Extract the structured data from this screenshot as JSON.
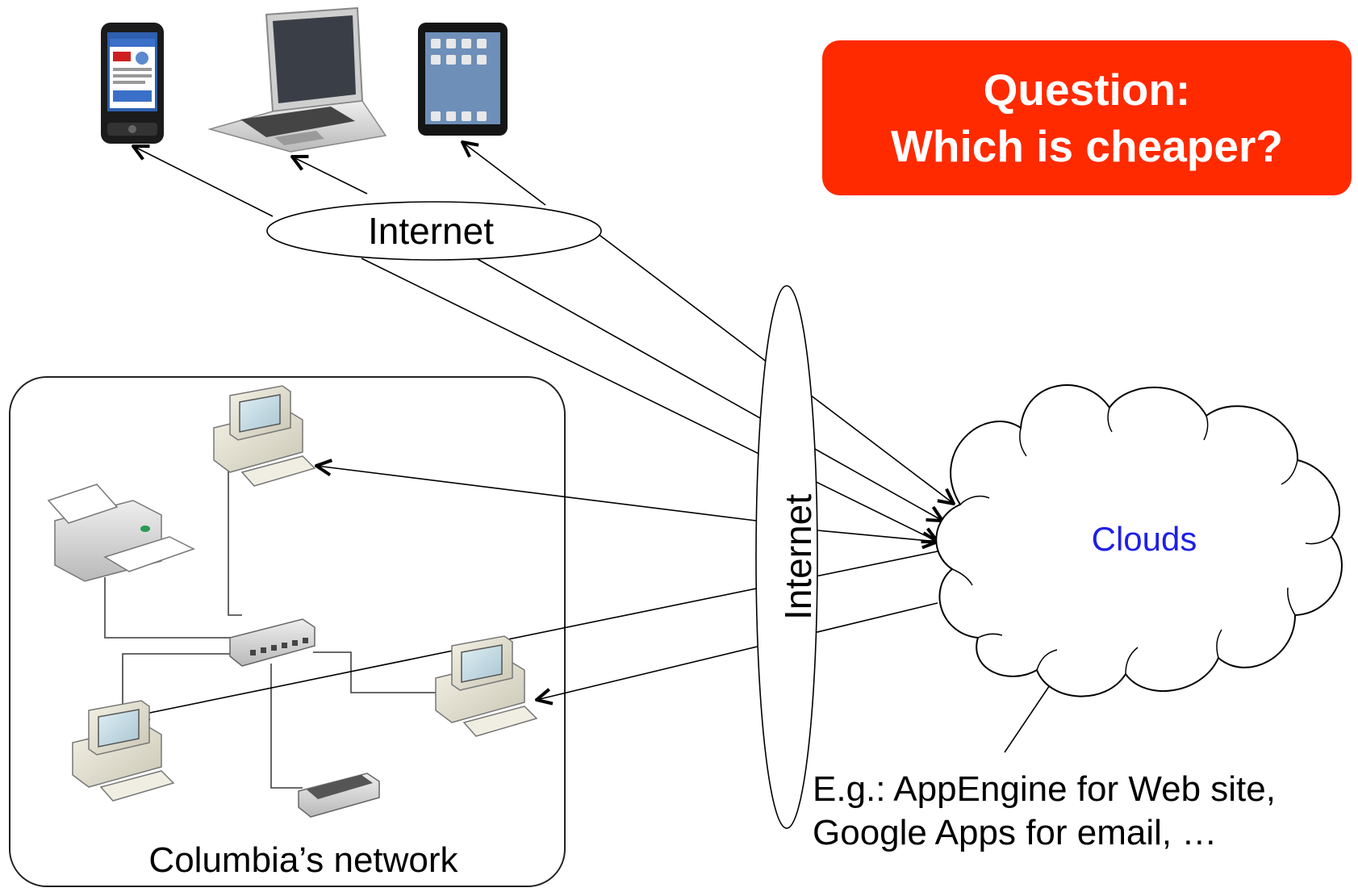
{
  "question": {
    "line1": "Question:",
    "line2": "Which is cheaper?",
    "background_color": "#ff2a00"
  },
  "labels": {
    "internet_top": "Internet",
    "internet_vertical": "Internet",
    "clouds": "Clouds",
    "network": "Columbia’s network",
    "example_line1": "E.g.: AppEngine for Web site,",
    "example_line2": "Google Apps for email, …"
  },
  "colors": {
    "clouds_text": "#1f1fe6",
    "stroke": "#000000"
  },
  "devices": {
    "mobile": [
      "smartphone-icon",
      "laptop-icon",
      "tablet-icon"
    ],
    "network": [
      "desktop-computer-icon",
      "printer-icon",
      "network-switch-icon",
      "scanner-icon"
    ]
  }
}
